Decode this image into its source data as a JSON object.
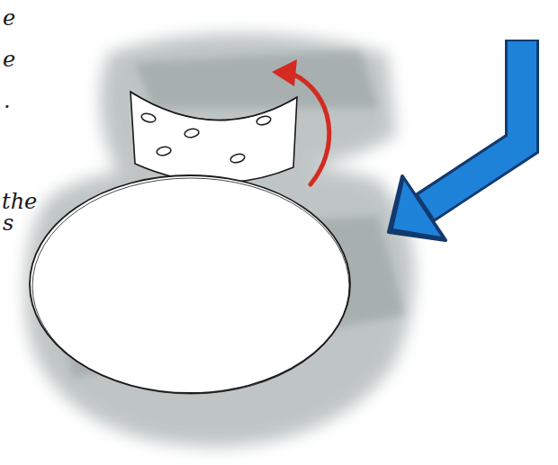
{
  "diagram": {
    "labels": [
      "e",
      "e",
      ".",
      "the",
      "s"
    ]
  }
}
